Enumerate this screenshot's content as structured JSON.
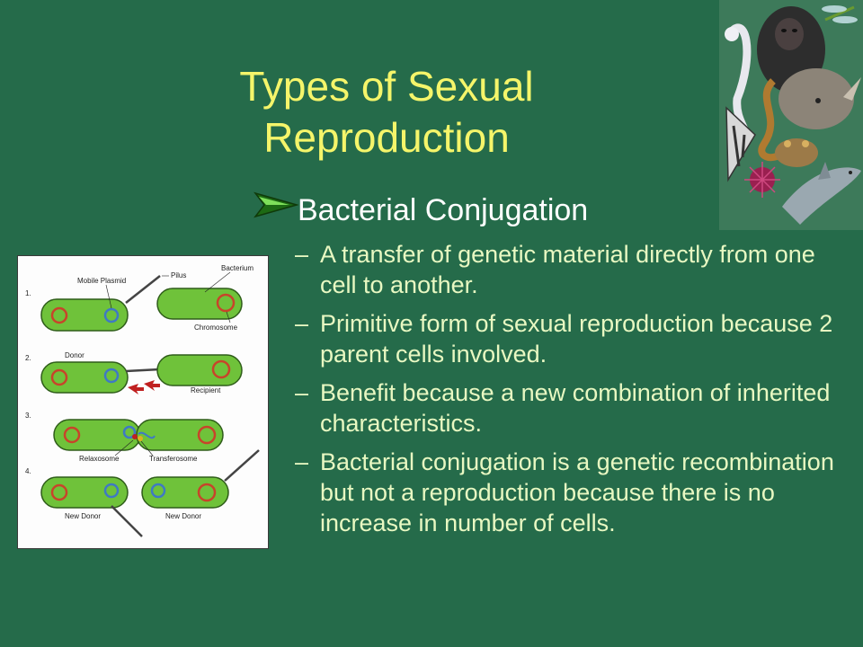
{
  "slide": {
    "title_line1": "Types of Sexual",
    "title_line2": "Reproduction",
    "heading": "Bacterial Conjugation",
    "bullets": [
      {
        "dash": "–",
        "text": "A transfer of genetic material directly from one cell to another."
      },
      {
        "dash": "–",
        "text": "Primitive form of sexual reproduction because 2 parent cells involved."
      },
      {
        "dash": "–",
        "text": "Benefit because a new combination of inherited characteristics."
      },
      {
        "dash": "–",
        "text": "Bacterial conjugation is a genetic recombination but not a reproduction because there is no increase in number of cells."
      }
    ]
  },
  "diagram": {
    "steps": [
      "1.",
      "2.",
      "3.",
      "4."
    ],
    "labels": {
      "mobile_plasmid": "Mobile Plasmid",
      "pilus": "Pilus",
      "bacterium": "Bacterium",
      "chromosome": "Chromosome",
      "donor": "Donor",
      "recipient": "Recipient",
      "relaxosome": "Relaxosome",
      "transferosome": "Transferosome",
      "new_donor_left": "New Donor",
      "new_donor_right": "New Donor"
    }
  },
  "colors": {
    "background": "#256b4a",
    "title": "#f5f56a",
    "heading": "#ffffff",
    "body_text": "#e8f8c2",
    "cell_fill": "#6fc23a",
    "chromosome": "#c8442a",
    "plasmid": "#3f79c4"
  },
  "icons": {
    "bullet": "green-arrow-bullet-icon",
    "corner_art": "animal-collage-illustration"
  }
}
